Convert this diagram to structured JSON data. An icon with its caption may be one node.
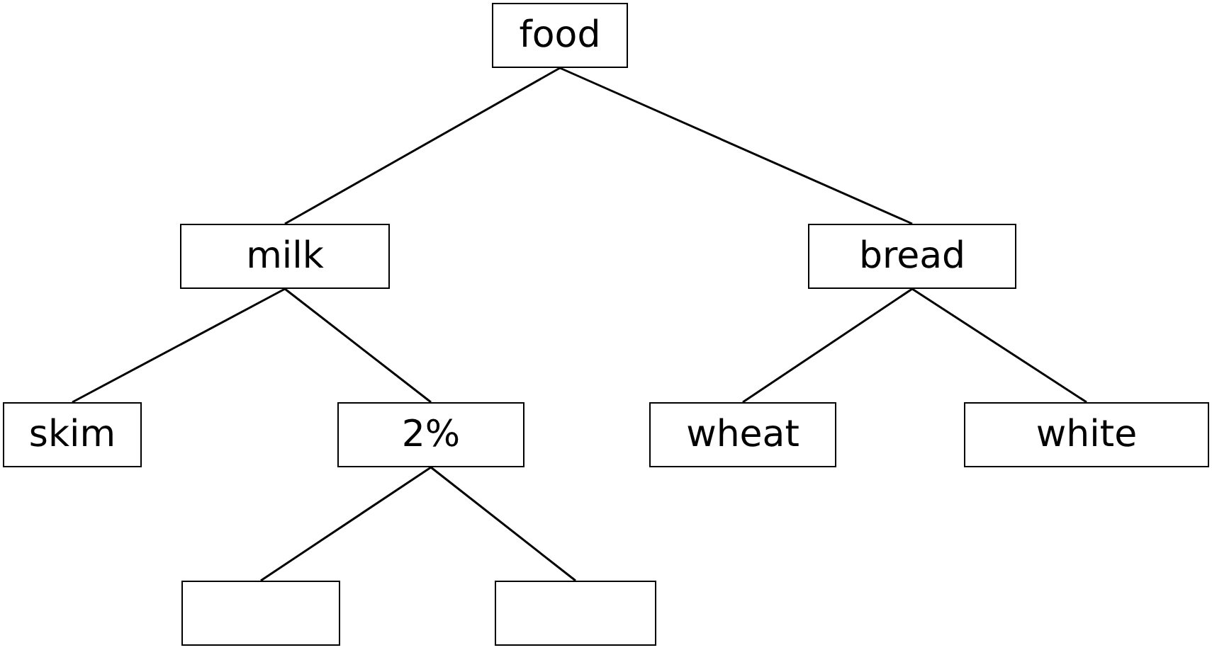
{
  "diagram": {
    "nodes": [
      {
        "text": [
          "food"
        ]
      },
      {
        "text": [
          "milk"
        ]
      },
      {
        "text": [
          "bread"
        ]
      },
      {
        "text": [
          "skim"
        ]
      },
      {
        "text": [
          "2%"
        ]
      },
      {
        "text": [
          "wheat"
        ]
      },
      {
        "text": [
          "white"
        ]
      },
      {
        "text": [],
        "shape": "box"
      },
      {
        "text": [],
        "shape": "box"
      }
    ],
    "edges": [
      {
        "from": 0,
        "to": 1,
        "arrow": "none"
      },
      {
        "from": 0,
        "to": 2,
        "arrow": "none"
      },
      {
        "from": 1,
        "to": 3,
        "arrow": "none"
      },
      {
        "from": 1,
        "to": 4,
        "arrow": "none"
      },
      {
        "from": 2,
        "to": 5,
        "arrow": "none"
      },
      {
        "from": 2,
        "to": 6,
        "arrow": "none"
      },
      {
        "from": 4,
        "to": 7,
        "arrow": "none"
      },
      {
        "from": 4,
        "to": 8,
        "arrow": "none"
      }
    ]
  }
}
